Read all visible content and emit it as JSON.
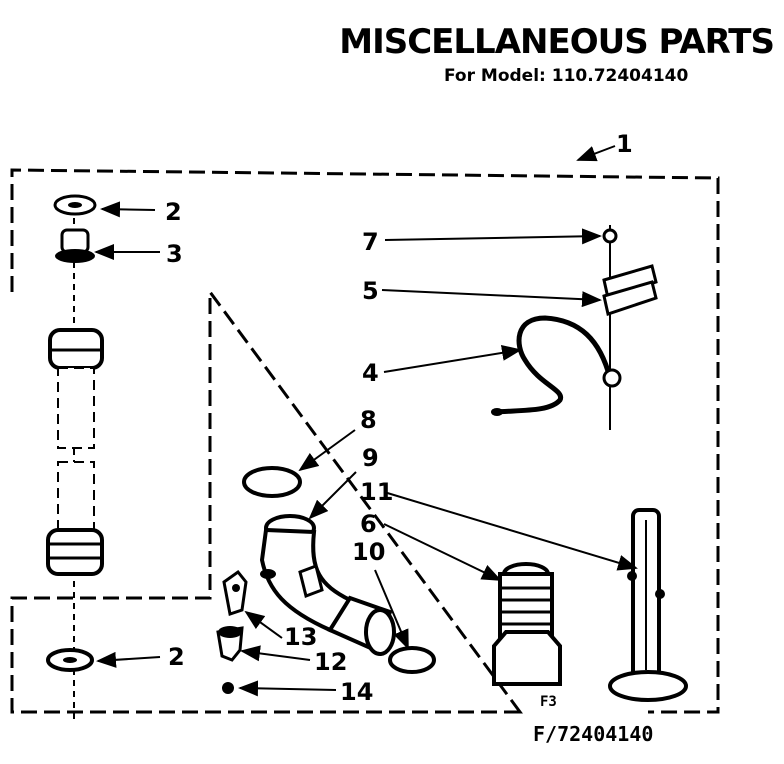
{
  "header": {
    "title": "MISCELLANEOUS PARTS",
    "model_label": "For Model: 110.72404140"
  },
  "callouts": {
    "c1": "1",
    "c2a": "2",
    "c3": "3",
    "c4": "4",
    "c5": "5",
    "c6": "6",
    "c7": "7",
    "c8": "8",
    "c9": "9",
    "c10": "10",
    "c11": "11",
    "c12": "12",
    "c13": "13",
    "c14": "14",
    "c2b": "2"
  },
  "footer": {
    "figure_code": "F3",
    "drawing_number": "F/72404140"
  }
}
